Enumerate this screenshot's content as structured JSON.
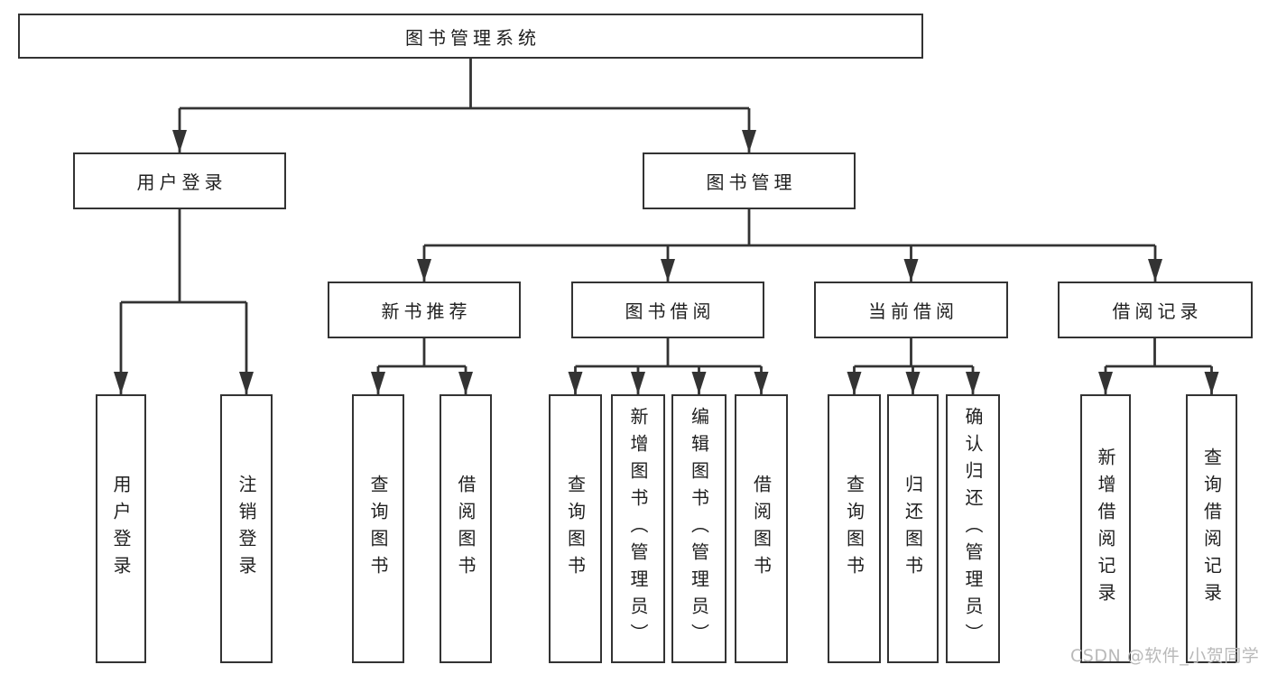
{
  "diagram": {
    "root": {
      "label": "图书管理系统"
    },
    "level1": [
      {
        "label": "用户登录"
      },
      {
        "label": "图书管理"
      }
    ],
    "level2": [
      {
        "label": "新书推荐"
      },
      {
        "label": "图书借阅"
      },
      {
        "label": "当前借阅"
      },
      {
        "label": "借阅记录"
      }
    ],
    "leaves": [
      {
        "label": "用户登录"
      },
      {
        "label": "注销登录"
      },
      {
        "label": "查询图书"
      },
      {
        "label": "借阅图书"
      },
      {
        "label": "查询图书"
      },
      {
        "label": "新增图书（管理员）"
      },
      {
        "label": "编辑图书（管理员）"
      },
      {
        "label": "借阅图书"
      },
      {
        "label": "查询图书"
      },
      {
        "label": "归还图书"
      },
      {
        "label": "确认归还（管理员）"
      },
      {
        "label": "新增借阅记录"
      },
      {
        "label": "查询借阅记录"
      }
    ],
    "watermark": "CSDN @软件_小贺同学"
  },
  "colors": {
    "line": "#333333",
    "text": "#1f1f1f",
    "watermark": "#b9b9b9",
    "background": "#ffffff"
  }
}
